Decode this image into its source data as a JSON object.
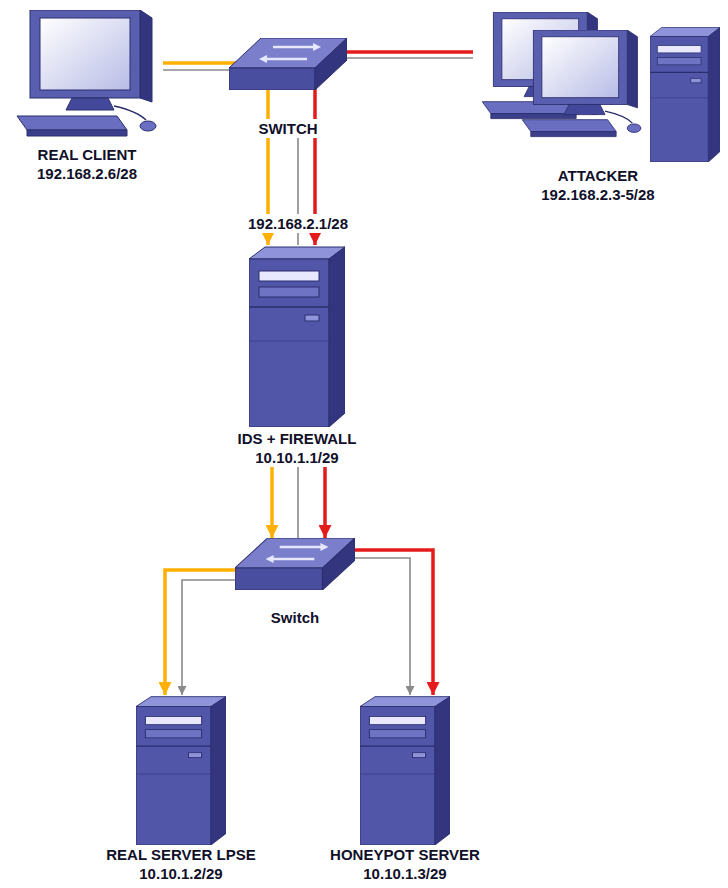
{
  "diagram": {
    "nodes": [
      {
        "text": [
          "REAL CLIENT",
          "192.168.2.6/28"
        ]
      },
      {
        "text": [
          "SWITCH"
        ]
      },
      {
        "text": [
          "ATTACKER",
          "192.168.2.3-5/28"
        ]
      },
      {
        "text": [
          "IDS + FIREWALL",
          "10.10.1.1/29"
        ]
      },
      {
        "text": [
          "Switch"
        ]
      },
      {
        "text": [
          "REAL SERVER LPSE",
          "10.10.1.2/29"
        ]
      },
      {
        "text": [
          "HONEYPOT SERVER",
          "10.10.1.3/29"
        ]
      }
    ],
    "edges": [
      {
        "from": 0,
        "to": 1,
        "arrow": "none"
      },
      {
        "from": 2,
        "to": 1,
        "arrow": "none"
      },
      {
        "from": 1,
        "to": 3,
        "arrow": "none",
        "label": "192.168.2.1/28"
      },
      {
        "from": 3,
        "to": 4,
        "arrow": "none"
      },
      {
        "from": 4,
        "to": 5,
        "arrow": "to"
      },
      {
        "from": 4,
        "to": 6,
        "arrow": "to"
      },
      {
        "from": 0,
        "to": 3,
        "arrow": "to"
      },
      {
        "from": 3,
        "to": 4,
        "arrow": "to"
      },
      {
        "from": 4,
        "to": 5,
        "arrow": "to"
      },
      {
        "from": 2,
        "to": 3,
        "arrow": "to"
      },
      {
        "from": 3,
        "to": 4,
        "arrow": "to"
      },
      {
        "from": 4,
        "to": 6,
        "arrow": "to"
      }
    ]
  }
}
